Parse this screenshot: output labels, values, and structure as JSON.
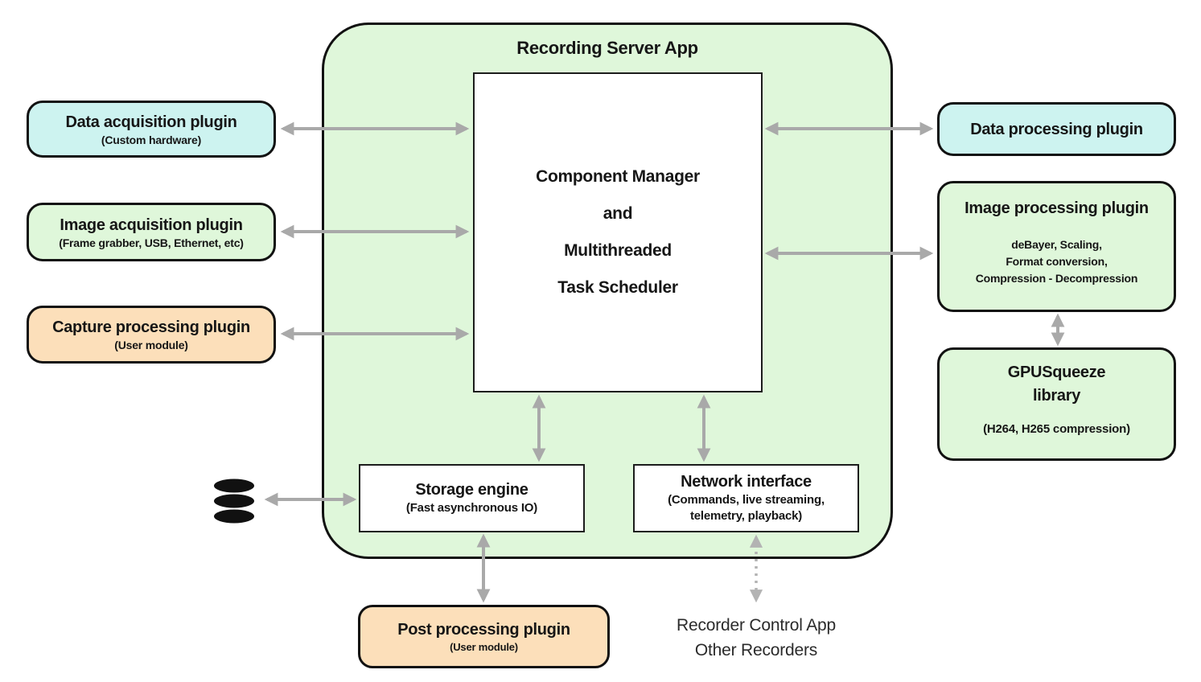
{
  "colors": {
    "container_green": "#dff7da",
    "box_green": "#dff7da",
    "box_cyan": "#cdf3f0",
    "box_orange": "#fcdfba",
    "arrow_gray": "#a9a9a9",
    "border_black": "#111111"
  },
  "container": {
    "title": "Recording Server App"
  },
  "core": {
    "line1": "Component Manager",
    "line2": "and",
    "line3": "Multithreaded",
    "line4": "Task Scheduler"
  },
  "boxes": {
    "data_acquisition": {
      "title": "Data acquisition plugin",
      "subtitle": "(Custom hardware)"
    },
    "image_acquisition": {
      "title": "Image acquisition plugin",
      "subtitle": "(Frame grabber, USB, Ethernet, etc)"
    },
    "capture_processing": {
      "title": "Capture processing plugin",
      "subtitle": "(User module)"
    },
    "data_processing": {
      "title": "Data processing plugin"
    },
    "image_processing": {
      "title": "Image processing plugin",
      "sub1": "deBayer, Scaling,",
      "sub2": "Format conversion,",
      "sub3": "Compression - Decompression"
    },
    "gpusqueeze": {
      "title1": "GPUSqueeze",
      "title2": "library",
      "subtitle": "(H264, H265 compression)"
    },
    "storage_engine": {
      "title": "Storage engine",
      "subtitle": "(Fast asynchronous IO)"
    },
    "network_interface": {
      "title": "Network interface",
      "sub1": "(Commands, live streaming,",
      "sub2": "telemetry, playback)"
    },
    "post_processing": {
      "title": "Post processing plugin",
      "subtitle": "(User module)"
    }
  },
  "external": {
    "line1": "Recorder Control App",
    "line2": "Other Recorders"
  },
  "edges": [
    {
      "from": "data-acquisition-plugin",
      "to": "component-manager",
      "style": "solid",
      "bidirectional": true
    },
    {
      "from": "image-acquisition-plugin",
      "to": "component-manager",
      "style": "solid",
      "bidirectional": true
    },
    {
      "from": "capture-processing-plugin",
      "to": "component-manager",
      "style": "solid",
      "bidirectional": true
    },
    {
      "from": "component-manager",
      "to": "data-processing-plugin",
      "style": "solid",
      "bidirectional": true
    },
    {
      "from": "component-manager",
      "to": "image-processing-plugin",
      "style": "solid",
      "bidirectional": true
    },
    {
      "from": "image-processing-plugin",
      "to": "gpusqueeze-library",
      "style": "solid",
      "bidirectional": true
    },
    {
      "from": "component-manager",
      "to": "storage-engine",
      "style": "solid",
      "bidirectional": true
    },
    {
      "from": "component-manager",
      "to": "network-interface",
      "style": "solid",
      "bidirectional": true
    },
    {
      "from": "database",
      "to": "storage-engine",
      "style": "solid",
      "bidirectional": true
    },
    {
      "from": "storage-engine",
      "to": "post-processing-plugin",
      "style": "solid",
      "bidirectional": true
    },
    {
      "from": "network-interface",
      "to": "recorder-control-app",
      "style": "dotted",
      "bidirectional": true
    }
  ]
}
